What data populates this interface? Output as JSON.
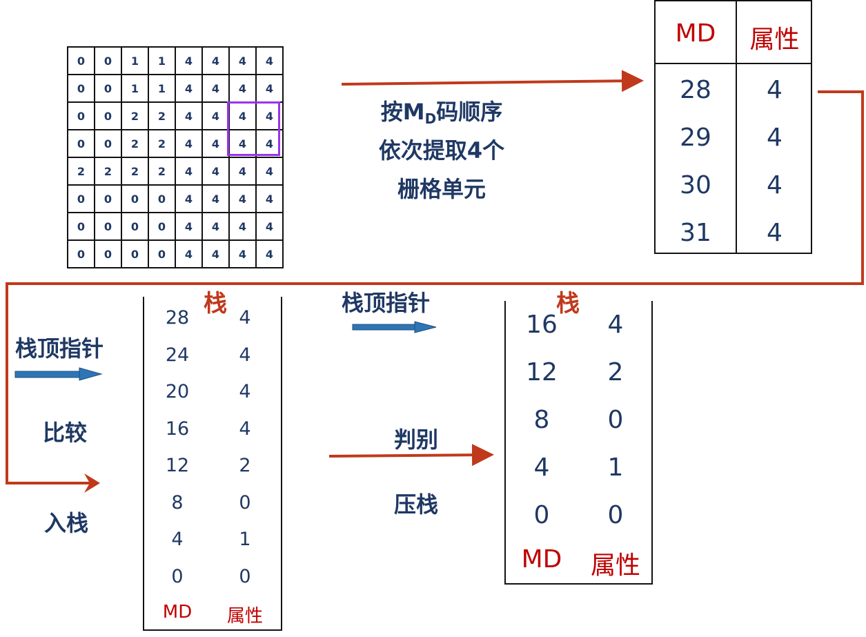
{
  "grid": {
    "rows": [
      [
        "0",
        "0",
        "1",
        "1",
        "4",
        "4",
        "4",
        "4"
      ],
      [
        "0",
        "0",
        "1",
        "1",
        "4",
        "4",
        "4",
        "4"
      ],
      [
        "0",
        "0",
        "2",
        "2",
        "4",
        "4",
        "4",
        "4"
      ],
      [
        "0",
        "0",
        "2",
        "2",
        "4",
        "4",
        "4",
        "4"
      ],
      [
        "2",
        "2",
        "2",
        "2",
        "4",
        "4",
        "4",
        "4"
      ],
      [
        "0",
        "0",
        "0",
        "0",
        "4",
        "4",
        "4",
        "4"
      ],
      [
        "0",
        "0",
        "0",
        "0",
        "4",
        "4",
        "4",
        "4"
      ],
      [
        "0",
        "0",
        "0",
        "0",
        "4",
        "4",
        "4",
        "4"
      ]
    ]
  },
  "extract_label": {
    "line1_prefix": "按M",
    "line1_sub": "D",
    "line1_suffix": "码顺序",
    "line2": "依次提取4个",
    "line3": "栅格单元"
  },
  "right_table": {
    "headers": [
      "MD",
      "属性"
    ],
    "rows": [
      [
        "28",
        "4"
      ],
      [
        "29",
        "4"
      ],
      [
        "30",
        "4"
      ],
      [
        "31",
        "4"
      ]
    ]
  },
  "left_labels": {
    "top_pointer": "栈顶指针",
    "compare": "比较",
    "push_in": "入栈"
  },
  "middle_labels": {
    "top_pointer": "栈顶指针",
    "judge": "判别",
    "push": "压栈"
  },
  "stack1": {
    "title": "栈",
    "rows": [
      [
        "28",
        "4"
      ],
      [
        "24",
        "4"
      ],
      [
        "20",
        "4"
      ],
      [
        "16",
        "4"
      ],
      [
        "12",
        "2"
      ],
      [
        "8",
        "0"
      ],
      [
        "4",
        "1"
      ],
      [
        "0",
        "0"
      ]
    ],
    "footer": [
      "MD",
      "属性"
    ]
  },
  "stack2": {
    "title": "栈",
    "rows": [
      [
        "16",
        "4"
      ],
      [
        "12",
        "2"
      ],
      [
        "8",
        "0"
      ],
      [
        "4",
        "1"
      ],
      [
        "0",
        "0"
      ]
    ],
    "footer": [
      "MD",
      "属性"
    ]
  },
  "colors": {
    "text_blue": "#1f3864",
    "header_red": "#c00000",
    "arrow_red": "#c0391b",
    "pointer_blue": "#2e75b6",
    "highlight_purple": "#9933ee"
  }
}
